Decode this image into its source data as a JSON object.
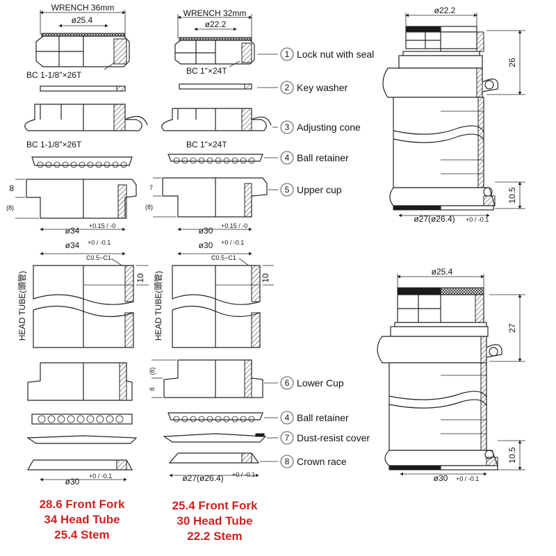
{
  "left": {
    "wrench": "WRENCH 36mm",
    "locknut_dia": "ø25.4",
    "thread_1": "BC 1-1/8\"×26T",
    "thread_2": "BC 1-1/8\"×26T",
    "cup_height": "8",
    "cup_offset": "(8)",
    "cup_dia": "ø34",
    "cup_tol": "+0.15 / -0",
    "headtube_dia": "ø34",
    "headtube_tol": "+0 / -0.1",
    "chamfer": "C0.5~C1",
    "depth": "10",
    "headtube_label": "HEAD TUBE(頭管)",
    "crown_dia": "ø30",
    "crown_tol": "+0 / -0.1",
    "spec": [
      "28.6 Front Fork",
      "34 Head Tube",
      "25.4 Stem"
    ]
  },
  "mid": {
    "wrench": "WRENCH 32mm",
    "locknut_dia": "ø22.2",
    "thread_1": "BC 1\"×24T",
    "thread_2": "BC 1\"×24T",
    "cup_height": "7",
    "cup_offset": "(8)",
    "cup_dia": "ø30",
    "cup_tol": "+0.15 / -0",
    "headtube_dia": "ø30",
    "headtube_tol": "+0 / -0.1",
    "chamfer": "C0.5~C1",
    "depth": "10",
    "headtube_label": "HEAD TUBE(頭管)",
    "lower_offset": "(8)",
    "lower_height": "8",
    "crown_dia": "ø27(ø26.4)",
    "crown_tol": "+0 / -0.1",
    "spec": [
      "25.4 Front Fork",
      "30 Head Tube",
      "22.2 Stem"
    ]
  },
  "parts": [
    {
      "num": "1",
      "label": "Lock nut with seal"
    },
    {
      "num": "2",
      "label": "Key washer"
    },
    {
      "num": "3",
      "label": "Adjusting cone"
    },
    {
      "num": "4",
      "label": "Ball retainer"
    },
    {
      "num": "5",
      "label": "Upper cup"
    },
    {
      "num": "6",
      "label": "Lower Cup"
    },
    {
      "num": "4",
      "label": "Ball retainer"
    },
    {
      "num": "7",
      "label": "Dust-resist cover"
    },
    {
      "num": "8",
      "label": "Crown race"
    }
  ],
  "assembly_top": {
    "top_dia": "ø22.2",
    "stack_height": "26",
    "bottom_height": "10.5",
    "bottom_dia": "ø27(ø26.4)",
    "bottom_tol": "+0 / -0.1"
  },
  "assembly_bottom": {
    "top_dia": "ø25.4",
    "stack_height": "27",
    "bottom_height": "10.5",
    "bottom_dia": "ø30",
    "bottom_tol": "+0 / -0.1"
  }
}
